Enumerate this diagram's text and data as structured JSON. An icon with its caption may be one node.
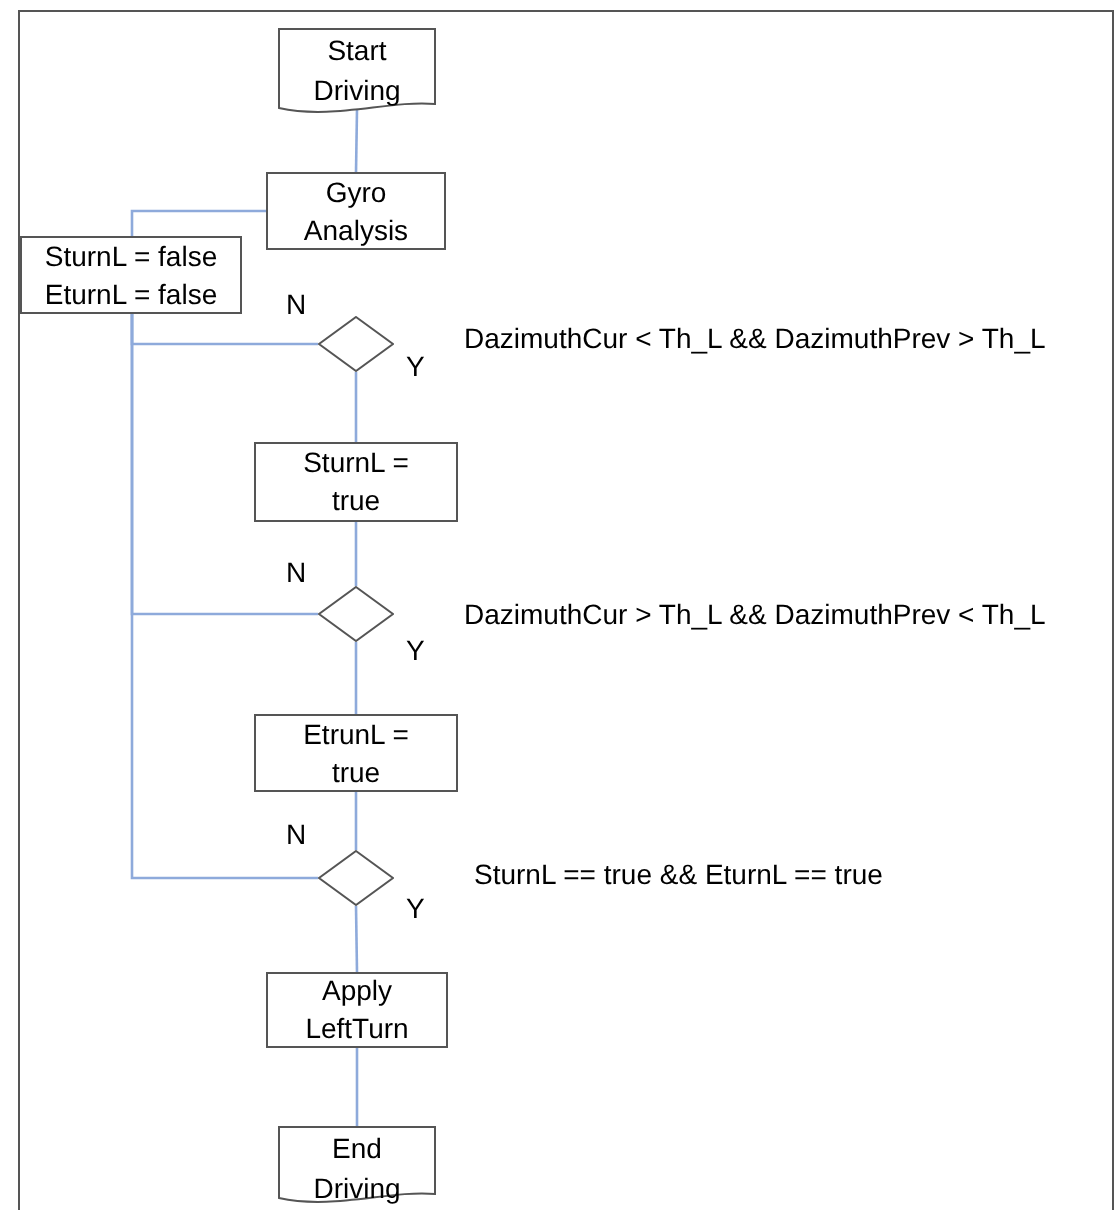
{
  "diagram": {
    "nodes": [
      {
        "text": [
          "Start Driving"
        ]
      },
      {
        "text": [
          "Gyro Analysis"
        ]
      },
      {
        "text": [
          "SturnL = false EturnL = false"
        ]
      },
      {
        "text": [],
        "shape": "diamond",
        "beside": [
          "DazimuthCur < Th_L && DazimuthPrev > Th_L"
        ]
      },
      {
        "text": [
          "SturnL = true"
        ]
      },
      {
        "text": [],
        "shape": "diamond",
        "beside": [
          "DazimuthCur > Th_L && DazimuthPrev < Th_L"
        ]
      },
      {
        "text": [
          "EtrunL = true"
        ]
      },
      {
        "text": [],
        "shape": "diamond",
        "beside": [
          "SturnL == true && EturnL == true"
        ]
      },
      {
        "text": [
          "Apply LeftTurn"
        ]
      },
      {
        "text": [
          "End Driving"
        ]
      }
    ],
    "edges": [
      {
        "from": 0,
        "to": 1,
        "arrow": "none"
      },
      {
        "from": 1,
        "to": 2,
        "arrow": "none"
      },
      {
        "from": 3,
        "to": 2,
        "arrow": "none",
        "label": "N"
      },
      {
        "from": 3,
        "to": 4,
        "arrow": "none",
        "label": "Y"
      },
      {
        "from": 4,
        "to": 5,
        "arrow": "none"
      },
      {
        "from": 5,
        "to": 2,
        "arrow": "none",
        "label": "N"
      },
      {
        "from": 5,
        "to": 6,
        "arrow": "none",
        "label": "Y"
      },
      {
        "from": 6,
        "to": 7,
        "arrow": "none"
      },
      {
        "from": 7,
        "to": 2,
        "arrow": "none",
        "label": "N"
      },
      {
        "from": 7,
        "to": 8,
        "arrow": "none",
        "label": "Y"
      },
      {
        "from": 8,
        "to": 9,
        "arrow": "none"
      }
    ]
  }
}
